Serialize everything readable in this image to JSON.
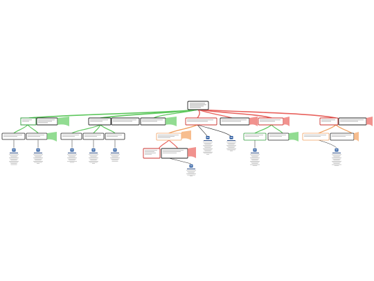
{
  "colors": {
    "green": "#5cc75c",
    "green_dark": "#2e9a3a",
    "red": "#e8615c",
    "red_dark": "#c9302c",
    "orange": "#f0a060",
    "box_border": "#222222",
    "icon": "#1b4f9a"
  },
  "root": {
    "label": ""
  },
  "branches": [
    {
      "color": "green",
      "nodes": [
        {
          "label": "",
          "children": [
            {
              "label": "",
              "leaf": {
                "title": "",
                "icon": "people-icon"
              }
            },
            {
              "label": "",
              "leaf": {
                "title": "",
                "icon": "gear-icon"
              }
            }
          ]
        },
        {
          "label": "",
          "children": []
        }
      ]
    },
    {
      "color": "green",
      "nodes": [
        {
          "label": "",
          "children": [
            {
              "label": "",
              "leaf": {
                "title": "",
                "icon": "chart-icon"
              }
            },
            {
              "label": "",
              "leaf": {
                "title": "",
                "icon": "users-icon"
              }
            },
            {
              "label": "",
              "leaf": {
                "title": "",
                "icon": "document-icon"
              }
            }
          ]
        },
        {
          "label": "",
          "children": []
        },
        {
          "label": "",
          "children": []
        }
      ]
    },
    {
      "color": "red",
      "nodes": [
        {
          "label": "",
          "children": [
            {
              "label": "",
              "leaf": {
                "title": "",
                "icon": "database-icon"
              }
            }
          ]
        },
        {
          "label": "",
          "children": [
            {
              "label": "",
              "leaf": {
                "title": "",
                "icon": "folder-icon"
              }
            }
          ]
        }
      ]
    },
    {
      "color": "red",
      "nodes": [
        {
          "label": "",
          "children": [
            {
              "label": "",
              "leaf": {
                "title": "",
                "icon": "briefcase-icon"
              }
            }
          ]
        }
      ]
    },
    {
      "color": "red",
      "nodes": [
        {
          "label": "",
          "children": [
            {
              "label": "",
              "leaf": {
                "title": "",
                "icon": "person-icon"
              }
            }
          ]
        },
        {
          "label": "",
          "children": []
        }
      ]
    }
  ]
}
